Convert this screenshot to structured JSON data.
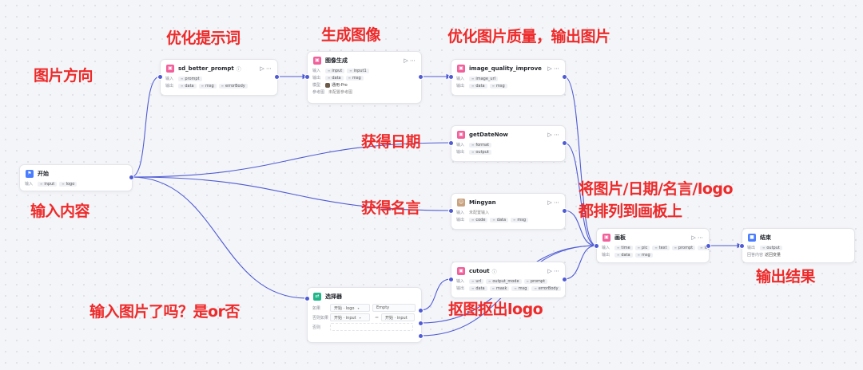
{
  "annotations": {
    "image_direction": "图片方向",
    "optimize_prompt": "优化提示词",
    "generate_image": "生成图像",
    "improve_quality": "优化图片质量，输出图片",
    "get_date": "获得日期",
    "get_quote": "获得名言",
    "arrange_line1": "将图片/日期/名言/logo",
    "arrange_line2": "都排列到画板上",
    "input_content": "输入内容",
    "has_image_question": "输入图片了吗？是or否",
    "matting_logo": "抠图抠出logo",
    "output_result": "输出结果"
  },
  "labels": {
    "in": "输入",
    "out": "输出",
    "model": "模型",
    "ref": "参考图"
  },
  "nodes": {
    "start": {
      "title": "开始",
      "in_tags": [
        "input",
        "logo"
      ]
    },
    "sd_better_prompt": {
      "title": "sd_better_prompt",
      "in_tags": [
        "prompt"
      ],
      "out_tags": [
        "data",
        "msg",
        "errorBody"
      ]
    },
    "image_gen": {
      "title": "图像生成",
      "in_tags": [
        "input",
        "input1"
      ],
      "out_tags": [
        "data",
        "msg"
      ],
      "model_value": "通用-Pro",
      "ref_value": "未配置参考图"
    },
    "image_quality_improve": {
      "title": "image_quality_improve",
      "in_tags": [
        "image_url"
      ],
      "out_tags": [
        "data",
        "msg"
      ]
    },
    "getDateNow": {
      "title": "getDateNow",
      "in_tags": [
        "format"
      ],
      "out_tags": [
        "output"
      ]
    },
    "mingyan": {
      "title": "Mingyan",
      "in_value": "未配置输入",
      "out_tags": [
        "code",
        "data",
        "msg"
      ]
    },
    "selector": {
      "title": "选择器",
      "if_label": "如果",
      "elseif_label": "否则如果",
      "else_label": "否则",
      "row1": {
        "left": "开始 · logo",
        "op": "Empty"
      },
      "row2": {
        "left": "开始 · input",
        "op": "=",
        "right": "开始 · input"
      }
    },
    "cutout": {
      "title": "cutout",
      "in_tags": [
        "url",
        "output_mode",
        "prompt"
      ],
      "out_tags": [
        "data",
        "mask",
        "msg",
        "errorBody"
      ]
    },
    "canvas": {
      "title": "画板",
      "in_tags": [
        "time",
        "pic",
        "text",
        "prompt",
        "logo"
      ],
      "out_tags": [
        "data",
        "msg"
      ]
    },
    "end": {
      "title": "结束",
      "out_label": "输出",
      "out_tags": [
        "output"
      ],
      "reply_label": "回答内容",
      "reply_value": "返回变量"
    }
  },
  "colors": {
    "annotation": "#ee2a2a",
    "edge": "#4f5bd5",
    "start_icon": "#4a7dff",
    "plugin_icon": "#f25f9a",
    "selector_icon": "#21b689",
    "end_icon": "#4a7dff"
  },
  "icons": {
    "start": "flag-icon",
    "plugin": "plugin-icon",
    "selector": "branch-icon",
    "end": "stop-icon",
    "info": "info-icon",
    "run": "play-icon",
    "more": "more-icon"
  }
}
